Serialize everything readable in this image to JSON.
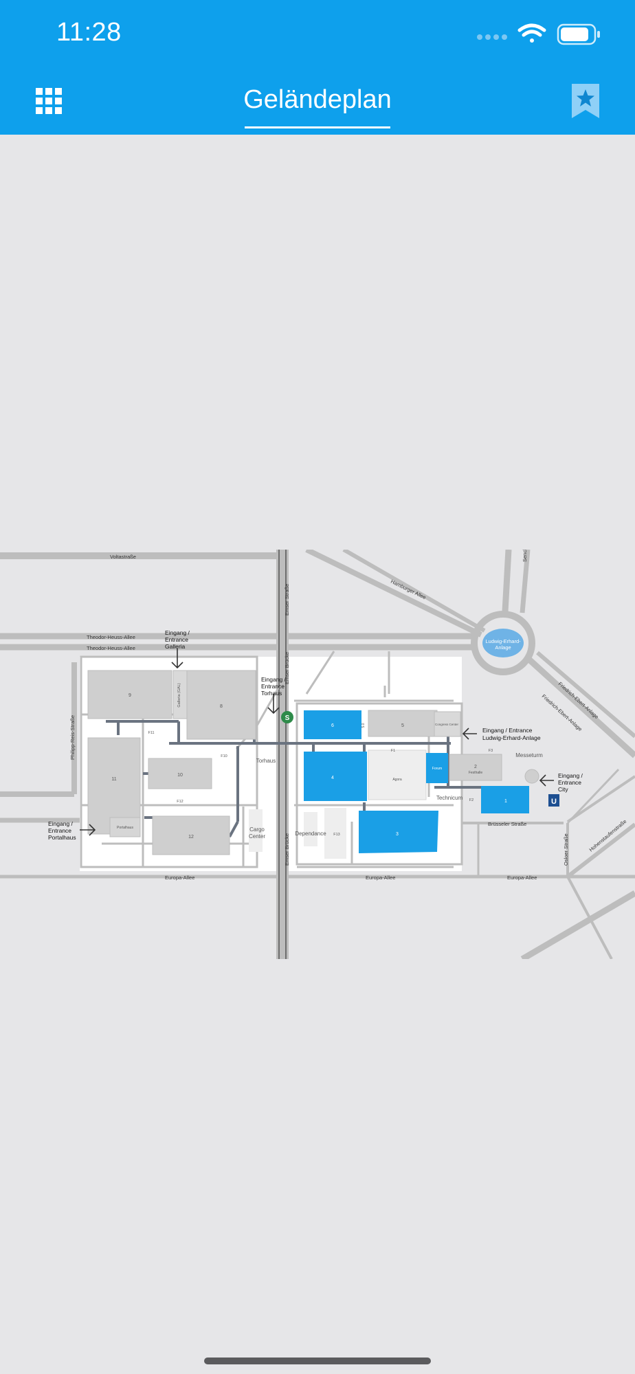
{
  "status_bar": {
    "time": "11:28"
  },
  "header": {
    "title": "Geländeplan",
    "menu_icon": "grid-menu-icon",
    "bookmark_icon": "bookmark-star-icon"
  },
  "colors": {
    "header": "#0ea0ec",
    "hall_highlight": "#1a9fe6",
    "hall_grey": "#cfcfcf",
    "road": "#bdbdbd",
    "background": "#e6e6e8"
  },
  "map": {
    "streets": {
      "voltastrasse": "Voltastraße",
      "theodor_heuss_1": "Theodor-Heuss-Allee",
      "theodor_heuss_2": "Theodor-Heuss-Allee",
      "hamburger_allee": "Hamburger Allee",
      "emser_strasse": "Emser Straße",
      "emser_bruecke_top": "Emser Brücke",
      "emser_bruecke_bottom": "Emser Brücke",
      "philipp_reis": "Philipp-Reis-Straße",
      "friedrich_ebert_1": "Friedrich-Ebert-Anlage",
      "friedrich_ebert_2": "Friedrich-Ebert-Anlage",
      "europa_allee_1": "Europa-Allee",
      "europa_allee_2": "Europa-Allee",
      "europa_allee_3": "Europa-Allee",
      "bruesseler": "Brüsseler Straße",
      "osloer": "Osloer Straße",
      "hohenstaufen": "Hohenstaufenstraße",
      "senck": "Senck"
    },
    "roundabout_label_1": "Ludwig-Erhard-",
    "roundabout_label_2": "Anlage",
    "entrances": {
      "galleria": [
        "Eingang /",
        "Entrance",
        "Galleria"
      ],
      "torhaus": [
        "Eingang /",
        "Entrance",
        "Torhaus"
      ],
      "ludwig": [
        "Eingang / Entrance",
        "Ludwig-Erhard-Anlage"
      ],
      "city": [
        "Eingang /",
        "Entrance",
        "City"
      ],
      "portalhaus": [
        "Eingang /",
        "Entrance",
        "Portalhaus"
      ]
    },
    "halls": {
      "h9": "9",
      "h8": "8",
      "galleria": "Galleria (GAL)",
      "h11": "11",
      "h10": "10",
      "h12": "12",
      "h6": "6",
      "h5": "5",
      "h4": "4",
      "h3": "3",
      "h2": "2",
      "h1": "1",
      "forum": "Forum",
      "agora": "Agora",
      "festhalle": "Festhalle",
      "congress": "Congress Center",
      "portalhaus": "Portalhaus",
      "torhaus": "Torhaus",
      "cargo_1": "Cargo",
      "cargo_2": "Center",
      "dependance": "Dependance",
      "technicum": "Technicum",
      "messeturm": "Messeturm",
      "f11": "F11",
      "f10": "F10",
      "f12": "F12",
      "f1": "F1",
      "f2": "F2",
      "f3": "F3",
      "f13": "F13",
      "f56": "5.0"
    },
    "s_bahn": "S",
    "u_bahn": "U"
  }
}
